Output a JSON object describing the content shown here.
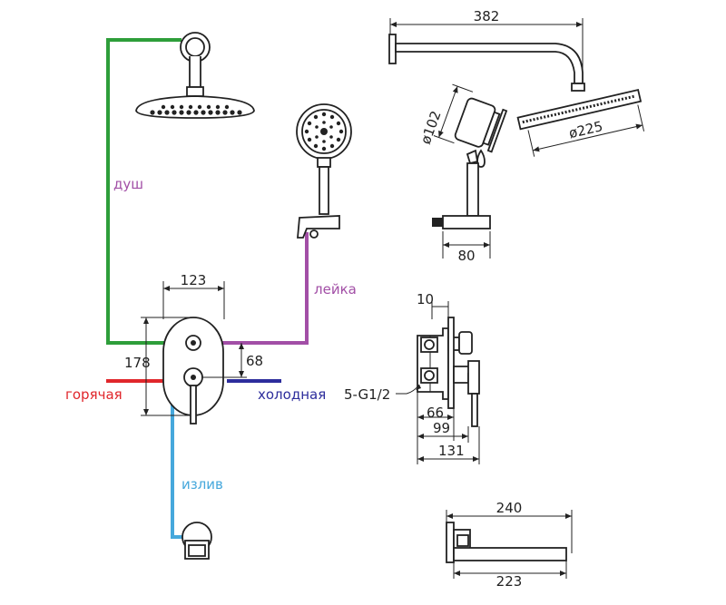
{
  "labels": {
    "shower": "душ",
    "hand_shower": "лейка",
    "hot": "горячая",
    "cold": "холодная",
    "spout": "излив"
  },
  "dimensions": {
    "arm_length": "382",
    "hand_shower_diameter": "ø102",
    "head_diameter": "ø225",
    "holder_width": "80",
    "plate_width": "123",
    "plate_height": "178",
    "outlet_spacing": "68",
    "flange_depth": "10",
    "thread": "5-G1/2",
    "depth_66": "66",
    "depth_99": "99",
    "depth_131": "131",
    "spout_length_240": "240",
    "spout_length_223": "223"
  },
  "colors": {
    "shower_line": "#2e9e3a",
    "hand_shower_line": "#a24fa6",
    "hot_line": "#e0262b",
    "cold_line": "#2d2d9c",
    "spout_line": "#46a8dc",
    "hot_text": "#e0262b",
    "cold_text": "#2d2d9c",
    "shower_text": "#a24fa6",
    "hand_text": "#a24fa6",
    "spout_text": "#46a8dc"
  }
}
